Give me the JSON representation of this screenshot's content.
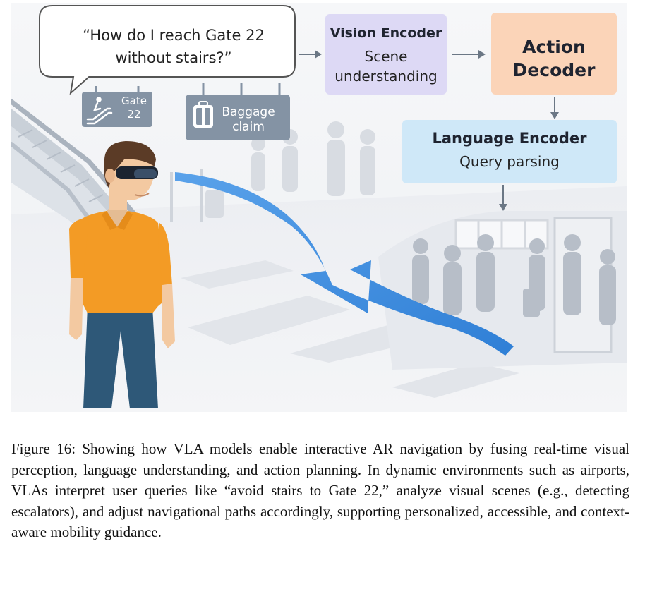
{
  "figure": {
    "speech_bubble": {
      "text": "“How do I reach Gate 22 without stairs?”"
    },
    "vision_encoder": {
      "title": "Vision Encoder",
      "subtitle": "Scene understanding"
    },
    "action_decoder": {
      "title": "Action Decoder"
    },
    "language_encoder": {
      "title": "Language Encoder",
      "subtitle": "Query parsing"
    },
    "gate_sign": {
      "text": "Gate 22",
      "icon": "escalator-icon"
    },
    "baggage_sign": {
      "text": "Baggage claim",
      "icon": "luggage-icon"
    },
    "colors": {
      "vision_box": "#ddd9f5",
      "action_box": "#fbd4b8",
      "language_box": "#cfe8f8",
      "nav_arrow": "#3f8ee0",
      "shirt": "#f39b25",
      "pants": "#2e5878",
      "sign": "#8493a4"
    }
  },
  "caption": {
    "text": "Figure 16: Showing how VLA models enable interactive AR navigation by fusing real-time visual perception, language understanding, and action planning. In dynamic environments such as airports, VLAs interpret user queries like “avoid stairs to Gate 22,” analyze visual scenes (e.g., detecting escalators), and adjust navigational paths accordingly, supporting personalized, accessible, and context-aware mobility guidance."
  }
}
